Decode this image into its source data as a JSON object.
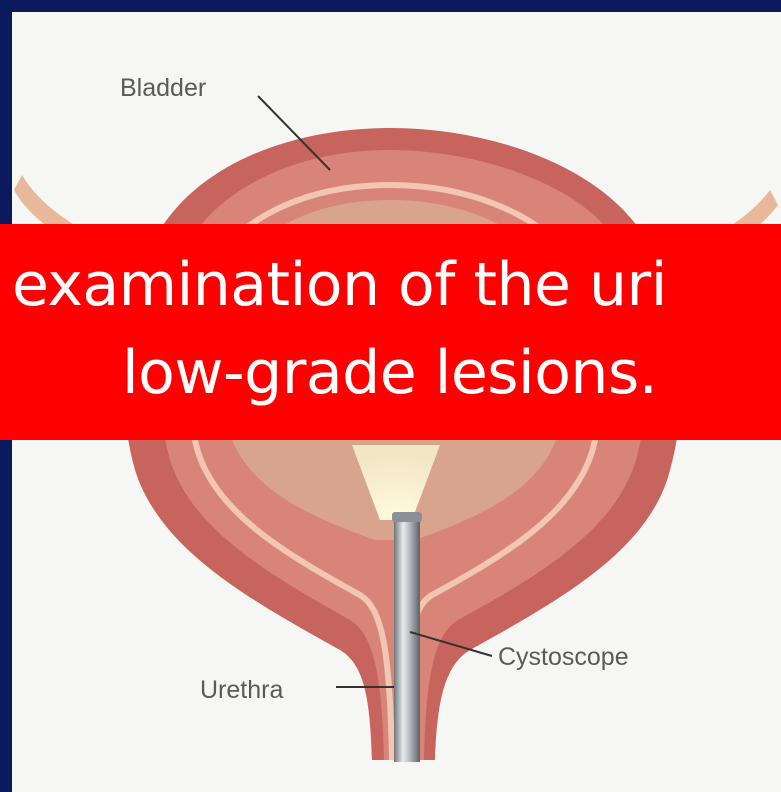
{
  "diagram": {
    "labels": {
      "bladder": "Bladder",
      "cystoscope": "Cystoscope",
      "urethra": "Urethra"
    }
  },
  "caption": {
    "line1": "examination of the uri",
    "line2": "low-grade lesions."
  },
  "colors": {
    "frame": "#0a1a5c",
    "panel": "#f6f6f4",
    "bladder_wall": "#c8645e",
    "bladder_inner": "#ecc3a4",
    "caption_band": "#ff0000",
    "caption_text": "#ffffff"
  }
}
